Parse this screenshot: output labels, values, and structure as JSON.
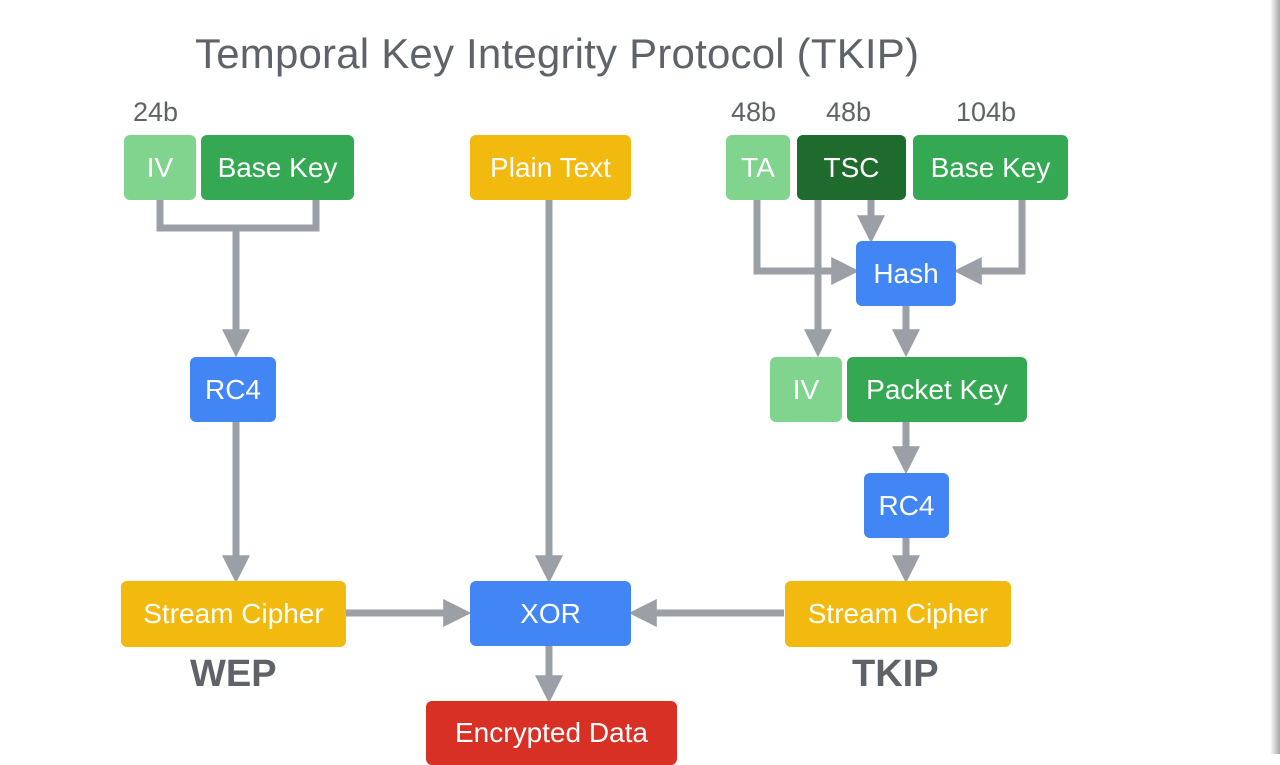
{
  "title": "Temporal Key Integrity Protocol (TKIP)",
  "wep": {
    "iv_bits": "24b",
    "iv": "IV",
    "base_key": "Base Key",
    "rc4": "RC4",
    "stream_cipher": "Stream Cipher",
    "caption": "WEP"
  },
  "center": {
    "plain_text": "Plain Text",
    "xor": "XOR",
    "encrypted_data": "Encrypted Data"
  },
  "tkip": {
    "ta_bits": "48b",
    "tsc_bits": "48b",
    "base_key_bits": "104b",
    "ta": "TA",
    "tsc": "TSC",
    "base_key": "Base Key",
    "hash": "Hash",
    "iv": "IV",
    "packet_key": "Packet Key",
    "rc4": "RC4",
    "stream_cipher": "Stream Cipher",
    "caption": "TKIP"
  },
  "colors": {
    "light_green": "#81d48e",
    "green": "#34a853",
    "dark_green": "#1e6b2d",
    "blue": "#4285f4",
    "yellow": "#f2b90f",
    "red": "#d93025",
    "connector": "#9aa0a6",
    "text_gray": "#5f6368"
  }
}
